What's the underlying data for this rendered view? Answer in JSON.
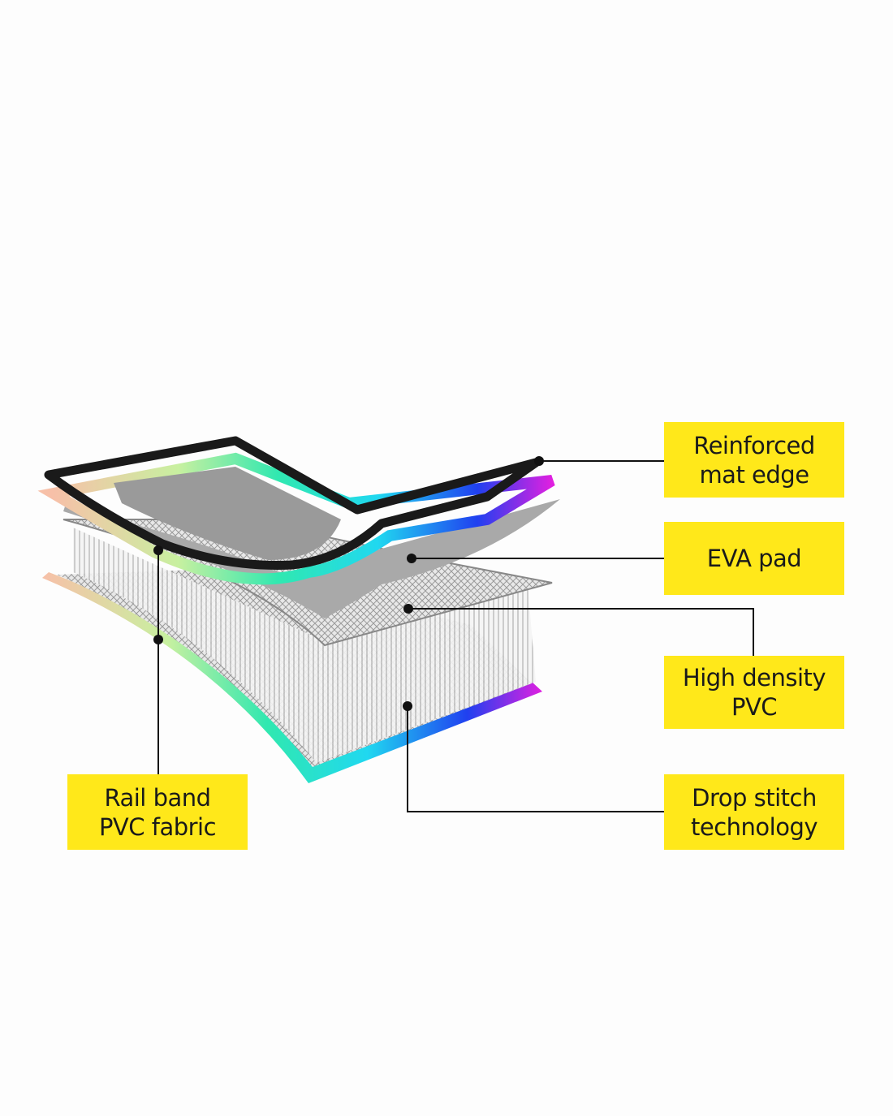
{
  "labels": {
    "reinforced_edge": {
      "line1": "Reinforced",
      "line2": "mat edge"
    },
    "eva_pad": {
      "line1": "EVA pad"
    },
    "high_density": {
      "line1": "High density",
      "line2": "PVC"
    },
    "drop_stitch": {
      "line1": "Drop stitch",
      "line2": "technology"
    },
    "rail_band": {
      "line1": "Rail band",
      "line2": "PVC fabric"
    }
  },
  "colors": {
    "label_bg": "#ffe81a",
    "leader": "#111111"
  }
}
